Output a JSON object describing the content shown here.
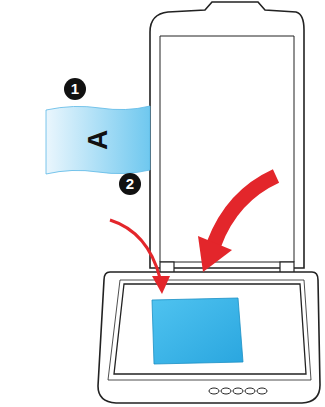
{
  "diagram": {
    "nodes": [
      {
        "text": [
          "A"
        ]
      }
    ],
    "labels": [
      "1",
      "2"
    ]
  }
}
